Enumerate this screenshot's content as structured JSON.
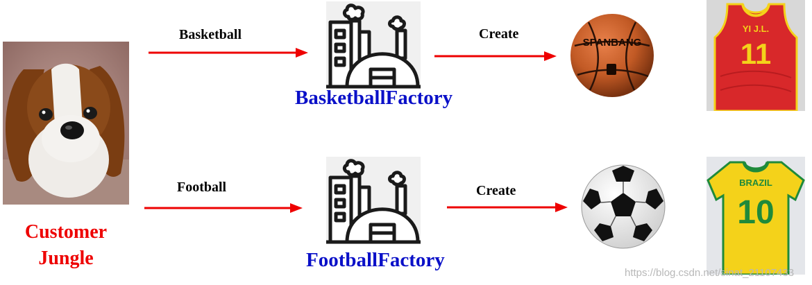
{
  "customer": {
    "line1": "Customer",
    "line2": "Jungle"
  },
  "rows": [
    {
      "product_label": "Basketball",
      "create_label": "Create",
      "factory_name": "BasketballFactory",
      "ball_brand": "SPANBANG",
      "jersey_name": "YI J.L.",
      "jersey_number": "11"
    },
    {
      "product_label": "Football",
      "create_label": "Create",
      "factory_name": "FootballFactory",
      "jersey_name": "BRAZIL",
      "jersey_number": "10"
    }
  ],
  "watermark": "https://blog.csdn.net/sinat_21107433",
  "colors": {
    "arrow": "#ee0000",
    "factory_text": "#0a10c8",
    "customer_text": "#ee0000",
    "jersey_red": "#d8282a",
    "jersey_yellow": "#f4d21a",
    "jersey_green": "#1f8a3a"
  },
  "icons": [
    "dog-photo",
    "factory-icon",
    "basketball-image",
    "jersey-image",
    "soccer-ball-image"
  ]
}
